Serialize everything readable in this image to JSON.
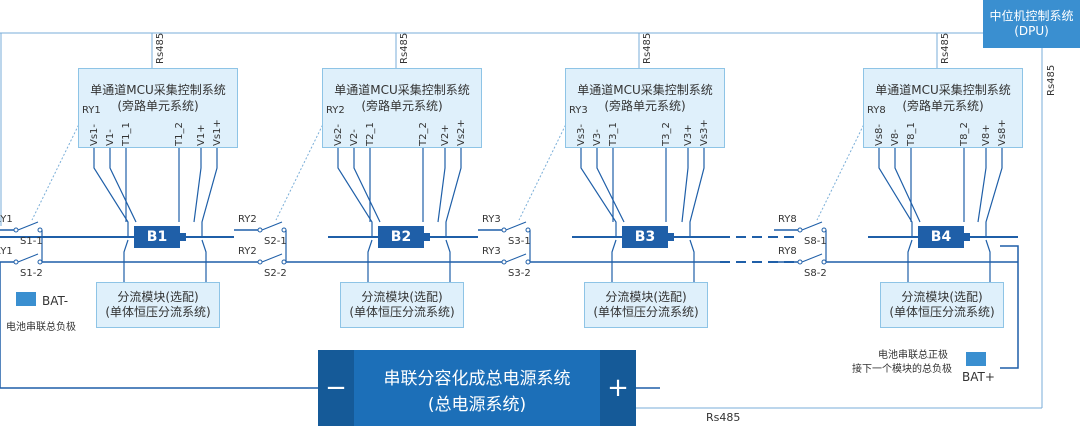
{
  "dpu": {
    "line1": "中位机控制系统",
    "line2": "(DPU)"
  },
  "main_supply": {
    "minus": "−",
    "plus": "+",
    "line1": "串联分容化成总电源系统",
    "line2": "(总电源系统)"
  },
  "rs485": "Rs485",
  "bat_minus": {
    "label": "BAT-",
    "caption": "电池串联总负极"
  },
  "bat_plus": {
    "label": "BAT+",
    "caption1": "电池串联总正极",
    "caption2": "接下一个模块的总负极"
  },
  "channels": [
    {
      "mcu_line1": "单通道MCU采集控制系统",
      "mcu_line2": "(旁路单元系统)",
      "relay": "RY1",
      "pins": [
        "Vs1-",
        "V1-",
        "T1_1",
        "T1_2",
        "V1+",
        "Vs1+"
      ],
      "cell": "B1",
      "sw1": "S1-1",
      "sw2": "S1-2",
      "shunt_line1": "分流模块(选配)",
      "shunt_line2": "(单体恒压分流系统)"
    },
    {
      "mcu_line1": "单通道MCU采集控制系统",
      "mcu_line2": "(旁路单元系统)",
      "relay": "RY2",
      "pins": [
        "Vs2-",
        "V2-",
        "T2_1",
        "T2_2",
        "V2+",
        "Vs2+"
      ],
      "cell": "B2",
      "sw1": "S2-1",
      "sw2": "S2-2",
      "shunt_line1": "分流模块(选配)",
      "shunt_line2": "(单体恒压分流系统)"
    },
    {
      "mcu_line1": "单通道MCU采集控制系统",
      "mcu_line2": "(旁路单元系统)",
      "relay": "RY3",
      "pins": [
        "Vs3-",
        "V3-",
        "T3_1",
        "T3_2",
        "V3+",
        "Vs3+"
      ],
      "cell": "B3",
      "sw1": "S3-1",
      "sw2": "S3-2",
      "shunt_line1": "分流模块(选配)",
      "shunt_line2": "(单体恒压分流系统)"
    },
    {
      "mcu_line1": "单通道MCU采集控制系统",
      "mcu_line2": "(旁路单元系统)",
      "relay": "RY8",
      "pins": [
        "Vs8-",
        "V8-",
        "T8_1",
        "T8_2",
        "V8+",
        "Vs8+"
      ],
      "cell": "B4",
      "sw1": "S8-1",
      "sw2": "S8-2",
      "shunt_line1": "分流模块(选配)",
      "shunt_line2": "(单体恒压分流系统)"
    }
  ]
}
